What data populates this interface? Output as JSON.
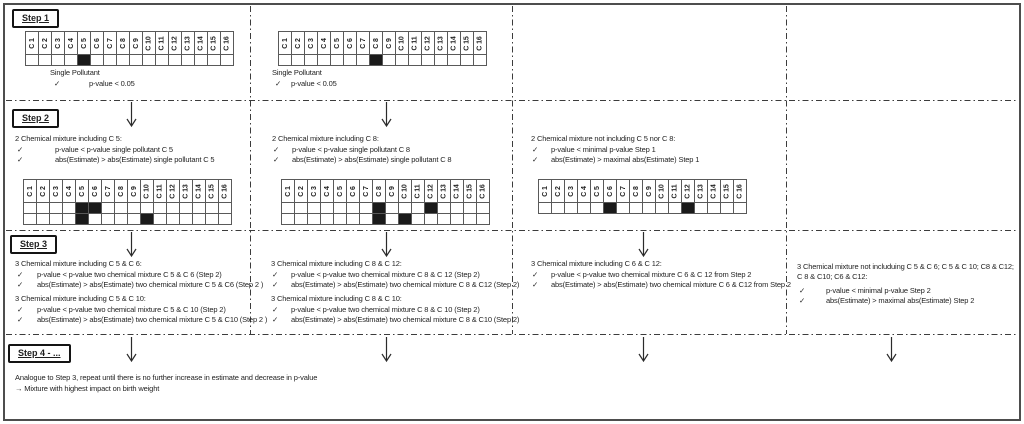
{
  "glyphs": {
    "check": "✓"
  },
  "labels": {
    "step1": "Step 1",
    "step2": "Step 2",
    "step3": "Step 3",
    "step4": "Step 4 - ..."
  },
  "pollutants": [
    "C 1",
    "C 2",
    "C 3",
    "C 4",
    "C 5",
    "C 6",
    "C 7",
    "C 8",
    "C 9",
    "C 10",
    "C 11",
    "C 12",
    "C 13",
    "C 14",
    "C 15",
    "C 16"
  ],
  "colors": {
    "filled_cell": "#1a1a1a",
    "grid_border": "#595959",
    "text": "#1f1f1f",
    "frame": "#4d4d4d"
  },
  "step1": {
    "blocks": [
      {
        "caption": "Single Pollutant",
        "bullets": [
          "p-value < 0.05"
        ],
        "filled_rows": [
          [
            5
          ]
        ]
      },
      {
        "caption": "Single Pollutant",
        "bullets": [
          "p-value < 0.05"
        ],
        "filled_rows": [
          [
            8
          ]
        ]
      }
    ]
  },
  "step2": {
    "blocks": [
      {
        "title": "2 Chemical mixture including C 5:",
        "bullets": [
          "p-value < p-value single pollutant  C 5",
          "abs(Estimate) > abs(Estimate) single pollutant C 5"
        ],
        "filled_rows": [
          [
            5,
            6
          ],
          [
            5,
            10
          ]
        ]
      },
      {
        "title": "2 Chemical mixture including C 8:",
        "bullets": [
          "p-value < p-value single pollutant  C 8",
          "abs(Estimate) > abs(Estimate) single pollutant C 8"
        ],
        "filled_rows": [
          [
            8,
            12
          ],
          [
            8,
            10
          ]
        ]
      },
      {
        "title": "2 Chemical mixture not including C 5 nor C 8:",
        "bullets": [
          "p-value < minimal p-value Step 1",
          "abs(Estimate) > maximal  abs(Estimate) Step 1"
        ],
        "filled_rows": [
          [
            6,
            12
          ]
        ]
      }
    ]
  },
  "step3": {
    "blocks": [
      {
        "groups": [
          {
            "title": "3 Chemical mixture including C 5 & C 6:",
            "bullets": [
              "p-value < p-value  two  chemical mixture C 5 & C 6 (Step 2)",
              "abs(Estimate) > abs(Estimate) two chemical mixture C 5 & C6 (Step 2 )"
            ]
          },
          {
            "title": "3 Chemical mixture including C 5 & C 10:",
            "bullets": [
              "p-value < p-value  two  chemical mixture C 5 & C 10 (Step 2)",
              "abs(Estimate) > abs(Estimate) two chemical mixture C 5 & C10  (Step 2 )"
            ]
          }
        ]
      },
      {
        "groups": [
          {
            "title": "3 Chemical mixture including C 8 & C 12:",
            "bullets": [
              "p-value < p-value  two  chemical mixture C 8 & C 12 (Step 2)",
              "abs(Estimate) > abs(Estimate) two chemical mixture C 8 & C12 (Step 2)"
            ]
          },
          {
            "title": "3 Chemical mixture including C 8 & C 10:",
            "bullets": [
              "p-value < p-value  two  chemical mixture C 8 & C 10 (Step 2)",
              "abs(Estimate) > abs(Estimate) two chemical mixture C 8 & C10  (Step 2)"
            ]
          }
        ]
      },
      {
        "groups": [
          {
            "title": "3 Chemical mixture including C 6 & C 12:",
            "bullets": [
              "p-value < p-value  two  chemical mixture C 6 & C 12 from Step 2",
              "abs(Estimate) > abs(Estimate) two chemical mixture C 6 & C12 from Step 2"
            ]
          }
        ]
      },
      {
        "groups": [
          {
            "title": "3 Chemical mixture not includuing C 5 & C 6; C 5 & C 10; C8 & C12; C 8 & C10; C6 & C12:",
            "bullets": [
              "p-value < minimal p-value Step 2",
              "abs(Estimate) > maximal  abs(Estimate) Step 2"
            ]
          }
        ]
      }
    ]
  },
  "step4": {
    "lines": [
      "Analogue to Step 3, repeat until there is no further increase in estimate and decrease in p-value",
      "→ Mixture with highest impact on birth weight"
    ]
  }
}
